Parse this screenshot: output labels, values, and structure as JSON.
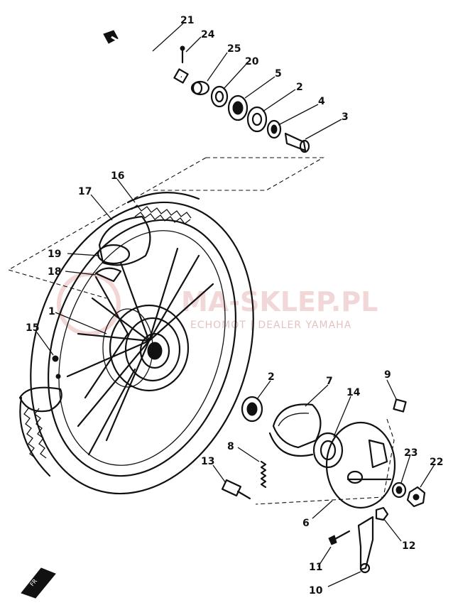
{
  "watermark": {
    "title": "MA-SKLEP.PL",
    "subtitle": "ECHOMOT | DEALER YAMAHA",
    "accent_color": "#e06666"
  },
  "callouts": [
    {
      "id": "c21",
      "text": "21"
    },
    {
      "id": "c24",
      "text": "24"
    },
    {
      "id": "c25",
      "text": "25"
    },
    {
      "id": "c20",
      "text": "20"
    },
    {
      "id": "c5",
      "text": "5"
    },
    {
      "id": "c2a",
      "text": "2"
    },
    {
      "id": "c4",
      "text": "4"
    },
    {
      "id": "c3",
      "text": "3"
    },
    {
      "id": "c16",
      "text": "16"
    },
    {
      "id": "c17",
      "text": "17"
    },
    {
      "id": "c19",
      "text": "19"
    },
    {
      "id": "c18",
      "text": "18"
    },
    {
      "id": "c1",
      "text": "1"
    },
    {
      "id": "c15",
      "text": "15"
    },
    {
      "id": "c2b",
      "text": "2"
    },
    {
      "id": "c7",
      "text": "7"
    },
    {
      "id": "c14",
      "text": "14"
    },
    {
      "id": "c9",
      "text": "9"
    },
    {
      "id": "c8",
      "text": "8"
    },
    {
      "id": "c13",
      "text": "13"
    },
    {
      "id": "c23",
      "text": "23"
    },
    {
      "id": "c22",
      "text": "22"
    },
    {
      "id": "c6",
      "text": "6"
    },
    {
      "id": "c12",
      "text": "12"
    },
    {
      "id": "c11",
      "text": "11"
    },
    {
      "id": "c10",
      "text": "10"
    }
  ],
  "front_marker_icon": "front-direction-icon"
}
